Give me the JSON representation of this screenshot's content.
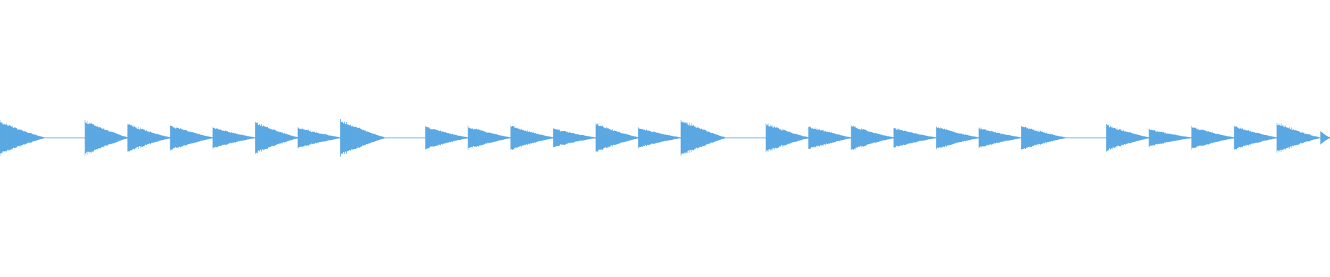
{
  "waveform": {
    "color": "#5ba8e3",
    "background": "#ffffff",
    "notes": [
      {
        "start": 0.0,
        "dur": 0.033,
        "amp": 0.92,
        "len": 1.0
      },
      {
        "start": 0.064,
        "dur": 0.032,
        "amp": 0.95,
        "len": 1.0
      },
      {
        "start": 0.096,
        "dur": 0.032,
        "amp": 0.78,
        "len": 1.0
      },
      {
        "start": 0.128,
        "dur": 0.032,
        "amp": 0.68,
        "len": 1.0
      },
      {
        "start": 0.16,
        "dur": 0.032,
        "amp": 0.58,
        "len": 1.0
      },
      {
        "start": 0.192,
        "dur": 0.032,
        "amp": 0.85,
        "len": 1.0
      },
      {
        "start": 0.224,
        "dur": 0.032,
        "amp": 0.58,
        "len": 1.0
      },
      {
        "start": 0.256,
        "dur": 0.033,
        "amp": 1.0,
        "len": 1.0
      },
      {
        "start": 0.32,
        "dur": 0.032,
        "amp": 0.62,
        "len": 1.0
      },
      {
        "start": 0.352,
        "dur": 0.032,
        "amp": 0.62,
        "len": 1.0
      },
      {
        "start": 0.384,
        "dur": 0.032,
        "amp": 0.68,
        "len": 1.0
      },
      {
        "start": 0.416,
        "dur": 0.032,
        "amp": 0.52,
        "len": 1.0
      },
      {
        "start": 0.448,
        "dur": 0.032,
        "amp": 0.78,
        "len": 1.0
      },
      {
        "start": 0.48,
        "dur": 0.032,
        "amp": 0.55,
        "len": 1.0
      },
      {
        "start": 0.512,
        "dur": 0.033,
        "amp": 1.0,
        "len": 1.0
      },
      {
        "start": 0.576,
        "dur": 0.032,
        "amp": 0.78,
        "len": 1.0
      },
      {
        "start": 0.608,
        "dur": 0.032,
        "amp": 0.65,
        "len": 1.0
      },
      {
        "start": 0.64,
        "dur": 0.032,
        "amp": 0.68,
        "len": 1.0
      },
      {
        "start": 0.672,
        "dur": 0.032,
        "amp": 0.55,
        "len": 1.0
      },
      {
        "start": 0.704,
        "dur": 0.032,
        "amp": 0.62,
        "len": 1.0
      },
      {
        "start": 0.736,
        "dur": 0.032,
        "amp": 0.55,
        "len": 1.0
      },
      {
        "start": 0.768,
        "dur": 0.033,
        "amp": 0.68,
        "len": 1.0
      },
      {
        "start": 0.832,
        "dur": 0.032,
        "amp": 0.72,
        "len": 1.0
      },
      {
        "start": 0.864,
        "dur": 0.032,
        "amp": 0.48,
        "len": 1.0
      },
      {
        "start": 0.896,
        "dur": 0.032,
        "amp": 0.62,
        "len": 1.0
      },
      {
        "start": 0.928,
        "dur": 0.032,
        "amp": 0.65,
        "len": 1.0
      },
      {
        "start": 0.96,
        "dur": 0.032,
        "amp": 0.82,
        "len": 1.0
      },
      {
        "start": 0.993,
        "dur": 0.007,
        "amp": 0.35,
        "len": 1.0
      }
    ]
  }
}
